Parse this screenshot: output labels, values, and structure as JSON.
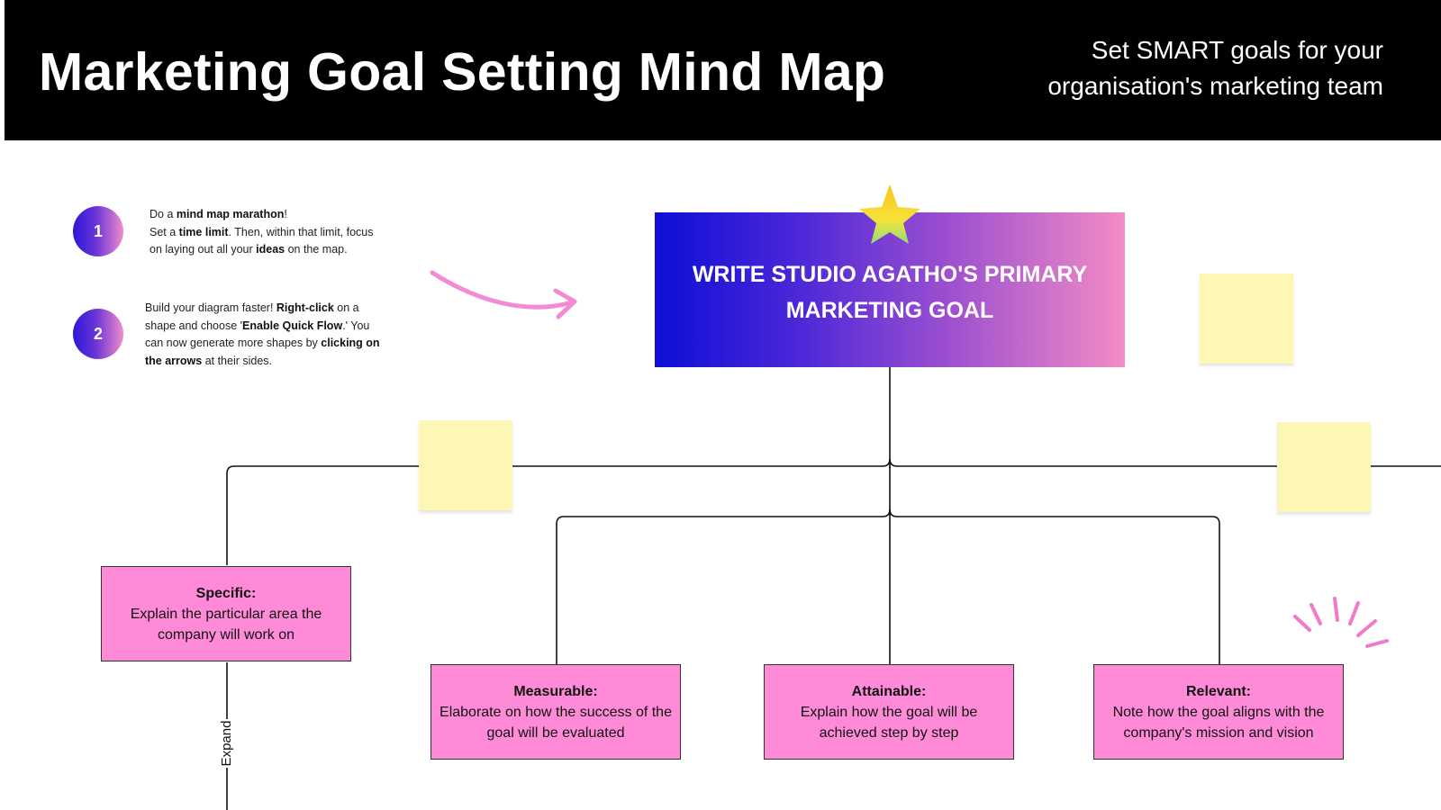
{
  "header": {
    "title": "Marketing Goal Setting Mind Map",
    "subtitle": "Set SMART goals for your organisation's marketing team"
  },
  "tips": [
    {
      "number": "1",
      "segments": [
        {
          "text": "Do a ",
          "bold": false
        },
        {
          "text": "mind map marathon",
          "bold": true
        },
        {
          "text": "!",
          "bold": false
        },
        {
          "br": true
        },
        {
          "text": "Set a ",
          "bold": false
        },
        {
          "text": "time limit",
          "bold": true
        },
        {
          "text": ". Then, within that limit, focus",
          "bold": false
        },
        {
          "br": true
        },
        {
          "text": "on laying out all your ",
          "bold": false
        },
        {
          "text": "ideas",
          "bold": true
        },
        {
          "text": " on the map.",
          "bold": false
        }
      ]
    },
    {
      "number": "2",
      "segments": [
        {
          "text": "Build your diagram faster! ",
          "bold": false
        },
        {
          "text": "Right-click",
          "bold": true
        },
        {
          "text": " on a",
          "bold": false
        },
        {
          "br": true
        },
        {
          "text": "shape and choose '",
          "bold": false
        },
        {
          "text": "Enable Quick Flow",
          "bold": true
        },
        {
          "text": ".' You",
          "bold": false
        },
        {
          "br": true
        },
        {
          "text": "can now generate more shapes by ",
          "bold": false
        },
        {
          "text": "clicking on",
          "bold": true
        },
        {
          "br": true
        },
        {
          "text": "the arrows",
          "bold": true
        },
        {
          "text": " at their sides.",
          "bold": false
        }
      ]
    }
  ],
  "central_node": {
    "text": "WRITE STUDIO AGATHO'S PRIMARY MARKETING GOAL"
  },
  "smart_nodes": [
    {
      "title": "Specific:",
      "description": "Explain the particular area the company will work on"
    },
    {
      "title": "Measurable:",
      "description": "Elaborate on how the success of the goal will be evaluated"
    },
    {
      "title": "Attainable:",
      "description": "Explain how the goal will be achieved step by step"
    },
    {
      "title": "Relevant:",
      "description": "Note how the goal aligns with the company's mission and vision"
    }
  ],
  "expand_label": "Expand",
  "colors": {
    "header_background": "#000000",
    "node_pink": "#ff8ad8",
    "sticky_yellow": "#fdf7b5",
    "gradient_start": "#0c0ed6",
    "gradient_end": "#f38cc6",
    "arrow_pink": "#f28ad6",
    "star_yellow": "#f5d81a"
  },
  "icons": {
    "star": "star-icon",
    "arrow": "curved-arrow-icon",
    "sparkle": "sparkle-lines-icon"
  }
}
